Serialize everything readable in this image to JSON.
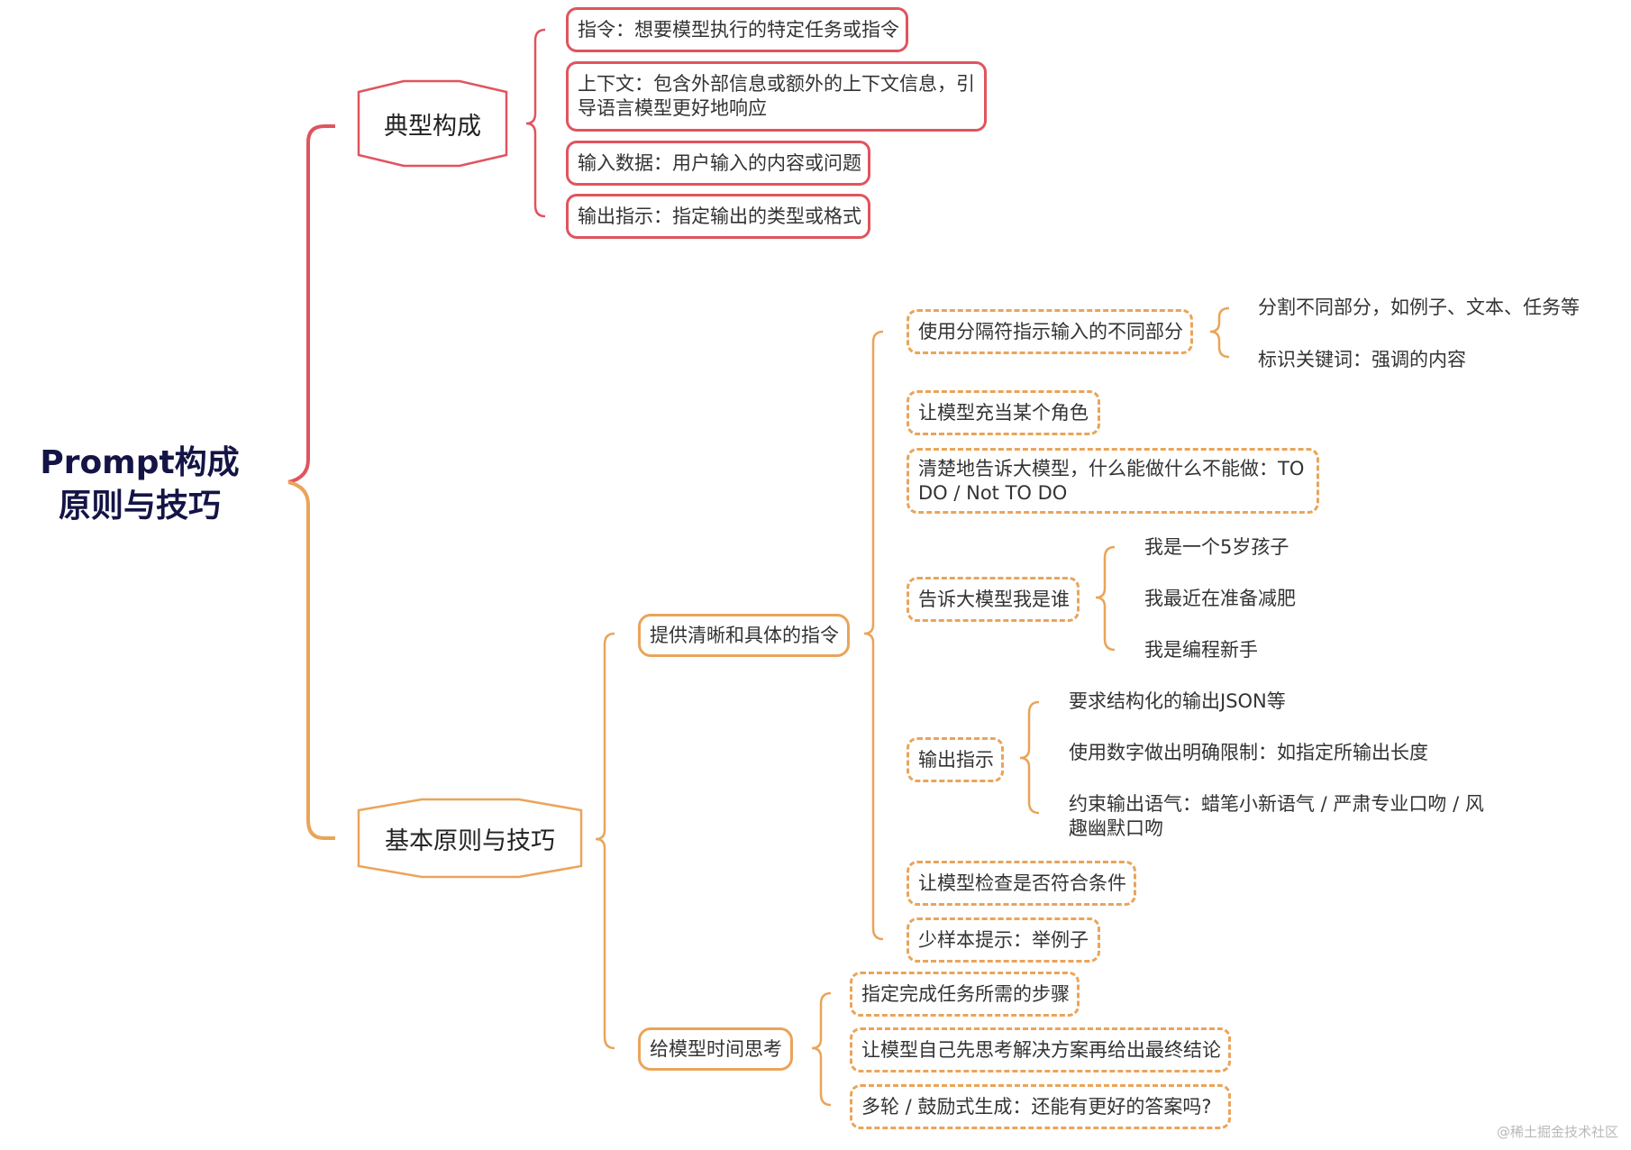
{
  "root": {
    "line1": "Prompt构成",
    "line2": "原则与技巧"
  },
  "typical": {
    "title": "典型构成",
    "items": [
      "指令：想要模型执行的特定任务或指令",
      "上下文：包含外部信息或额外的上下文信息，引导语言模型更好地响应",
      "输入数据：用户输入的内容或问题",
      "输出指示：指定输出的类型或格式"
    ]
  },
  "basic": {
    "title": "基本原则与技巧",
    "clear": {
      "title": "提供清晰和具体的指令",
      "delimiter": {
        "label": "使用分隔符指示输入的不同部分",
        "children": [
          "分割不同部分，如例子、文本、任务等",
          "标识关键词：强调的内容"
        ]
      },
      "role": "让模型充当某个角色",
      "todo": "清楚地告诉大模型，什么能做什么不能做：TO DO / Not TO DO",
      "whoami": {
        "label": "告诉大模型我是谁",
        "children": [
          "我是一个5岁孩子",
          "我最近在准备减肥",
          "我是编程新手"
        ]
      },
      "output": {
        "label": "输出指示",
        "children": [
          "要求结构化的输出JSON等",
          "使用数字做出明确限制：如指定所输出长度",
          "约束输出语气：蜡笔小新语气 / 严肃专业口吻 / 风趣幽默口吻"
        ]
      },
      "check": "让模型检查是否符合条件",
      "fewshot": "少样本提示：举例子"
    },
    "think": {
      "title": "给模型时间思考",
      "items": [
        "指定完成任务所需的步骤",
        "让模型自己先思考解决方案再给出最终结论",
        "多轮 / 鼓励式生成：还能有更好的答案吗?"
      ]
    }
  },
  "watermark": "@稀土掘金技术社区",
  "colors": {
    "red": "#e0545e",
    "orange": "#eaa45a",
    "root_text": "#141446"
  }
}
